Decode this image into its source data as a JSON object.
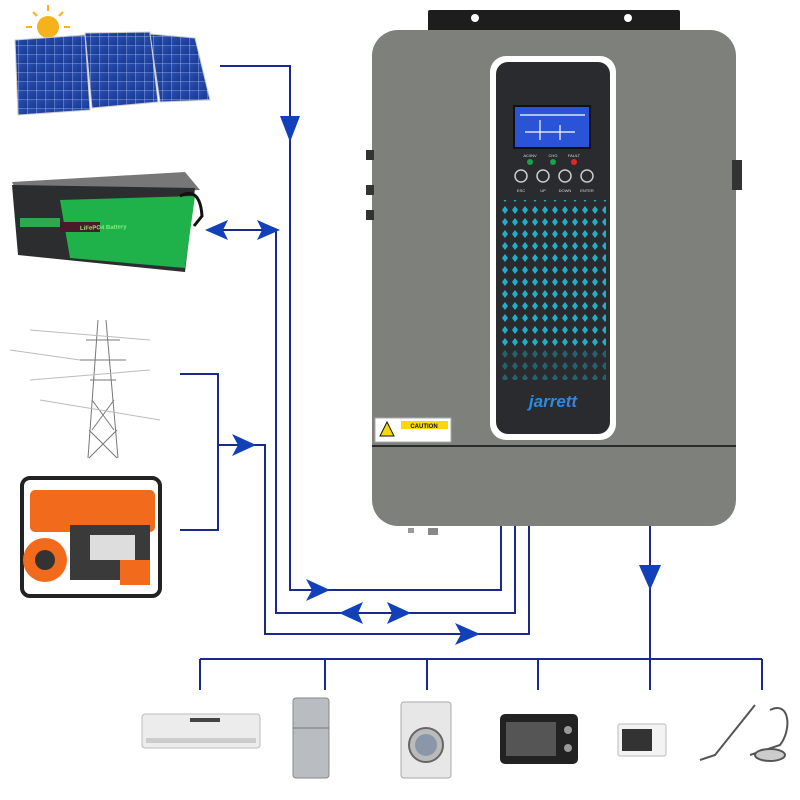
{
  "inverter": {
    "brand": "jarrett",
    "caution_label": "CAUTION",
    "indicators": [
      "AC/INV",
      "CHG",
      "FAULT"
    ],
    "buttons": [
      "ESC",
      "UP",
      "DOWN",
      "ENTER"
    ]
  },
  "battery": {
    "type_label": "LiFePO4 Battery"
  },
  "colors": {
    "line": "#1a2a8a",
    "arrow": "#1240b8",
    "inverter_body": "#7d807b",
    "panel": "#2a2b2e",
    "accent": "#1ec8e6",
    "brand": "#2a8be0"
  }
}
